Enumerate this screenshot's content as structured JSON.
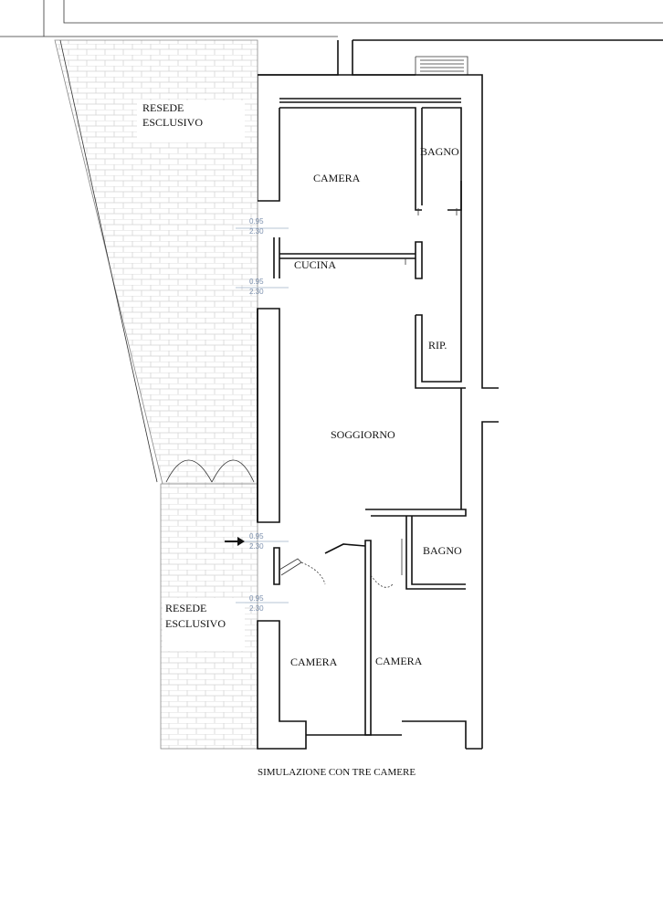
{
  "rooms": {
    "resede_top_1": "RESEDE",
    "resede_top_2": "ESCLUSIVO",
    "camera_top": "CAMERA",
    "bagno_top": "BAGNO",
    "cucina": "CUCINA",
    "rip": "RIP.",
    "soggiorno": "SOGGIORNO",
    "bagno_bottom": "BAGNO",
    "resede_bottom_1": "RESEDE",
    "resede_bottom_2": "ESCLUSIVO",
    "camera_bottom_left": "CAMERA",
    "camera_bottom_right": "CAMERA"
  },
  "openings": [
    {
      "width": "0.95",
      "height": "2.30"
    },
    {
      "width": "0.95",
      "height": "2.30"
    },
    {
      "width": "0.95",
      "height": "2.30"
    },
    {
      "width": "0.95",
      "height": "2.30"
    }
  ],
  "caption": "SIMULAZIONE CON TRE CAMERE",
  "colors": {
    "wall": "#111111",
    "brick": "#d4d4d4",
    "dimension": "#7f93b0"
  }
}
